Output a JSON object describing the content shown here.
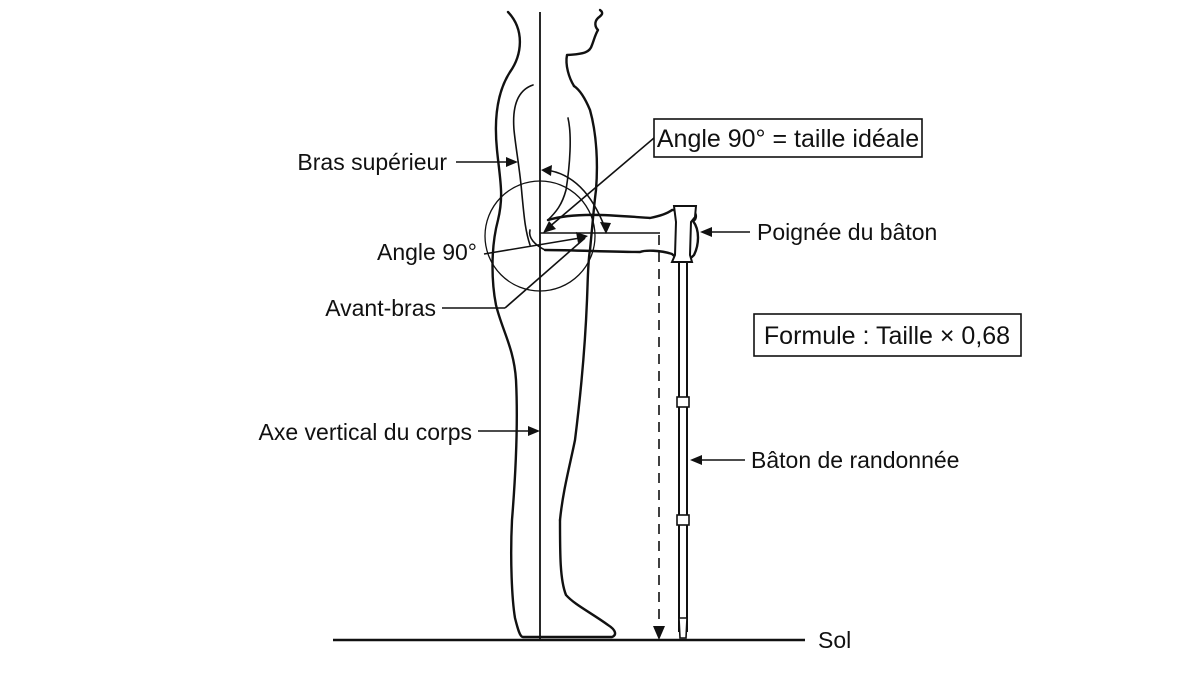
{
  "labels": {
    "upper_arm": "Bras supérieur",
    "angle": "Angle 90°",
    "forearm": "Avant-bras",
    "vertical_axis": "Axe vertical du corps",
    "pole_grip": "Poignée du bâton",
    "hiking_pole": "Bâton de randonnée",
    "ground": "Sol"
  },
  "boxes": {
    "ideal_angle": "Angle 90° = taille idéale",
    "formula": "Formule : Taille × 0,68"
  }
}
